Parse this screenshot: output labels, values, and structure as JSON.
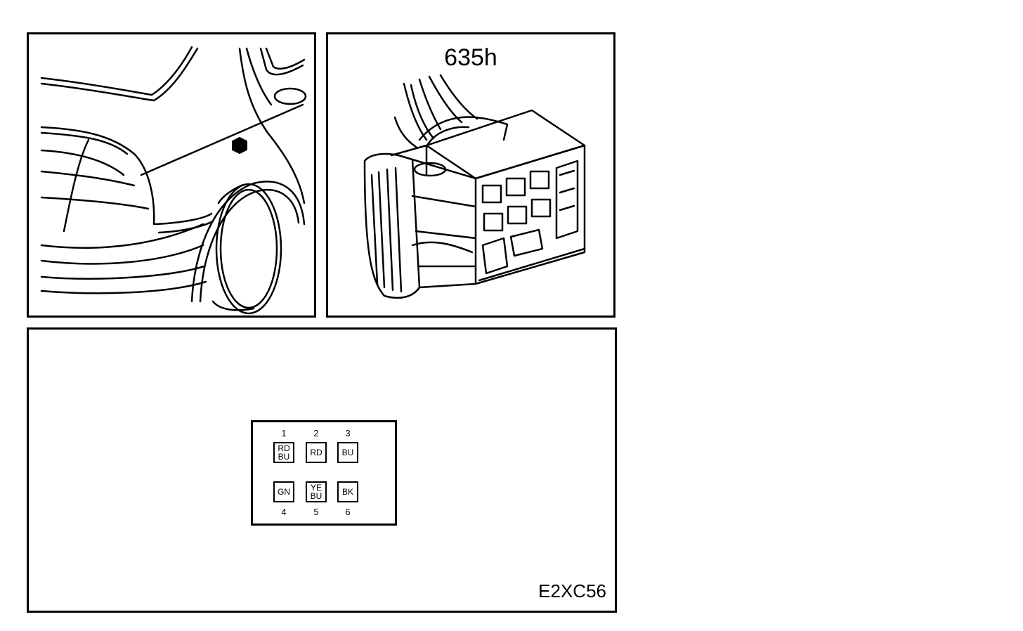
{
  "connector": {
    "title": "635h"
  },
  "figure_id": "E2XC56",
  "pins": [
    {
      "number": "1",
      "color_top": "RD",
      "color_bottom": "BU"
    },
    {
      "number": "2",
      "color_top": "RD",
      "color_bottom": ""
    },
    {
      "number": "3",
      "color_top": "BU",
      "color_bottom": ""
    },
    {
      "number": "4",
      "color_top": "GN",
      "color_bottom": ""
    },
    {
      "number": "5",
      "color_top": "YE",
      "color_bottom": "BU"
    },
    {
      "number": "6",
      "color_top": "BK",
      "color_bottom": ""
    }
  ],
  "colors": {
    "line": "#000000",
    "background": "#ffffff"
  }
}
